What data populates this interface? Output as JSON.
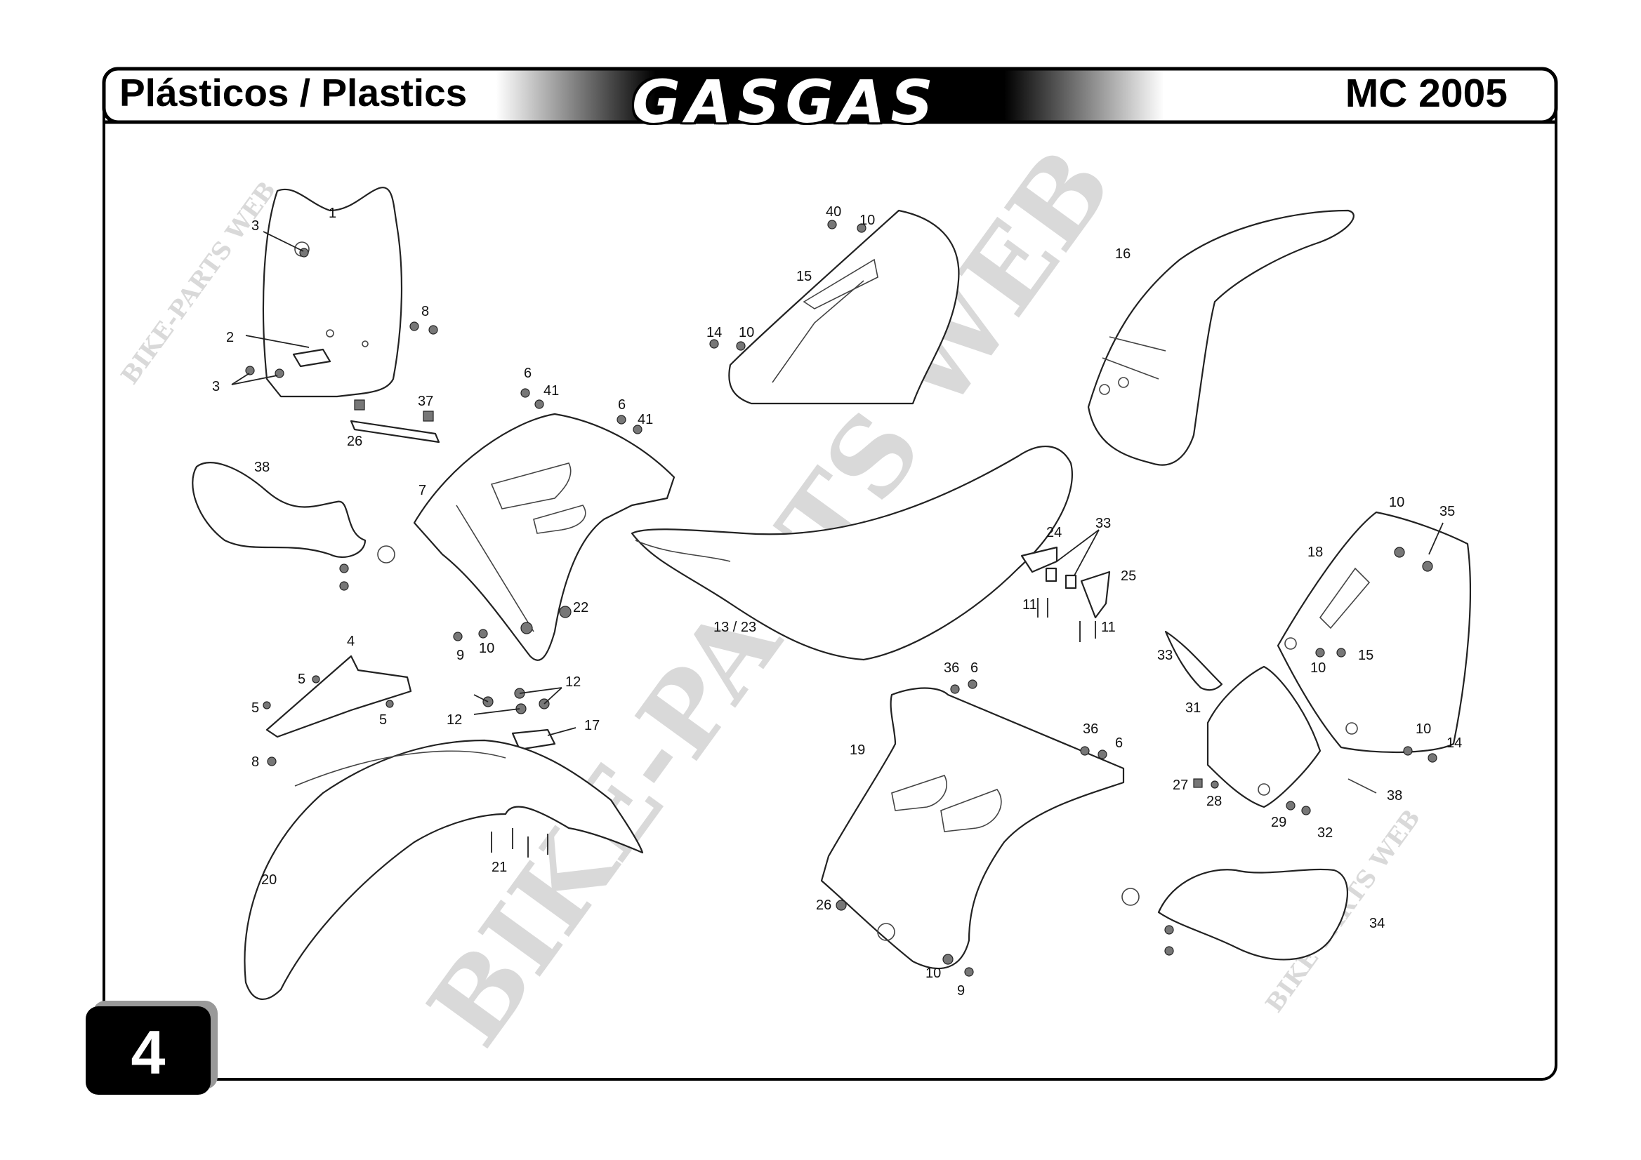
{
  "header": {
    "title": "Plásticos / Plastics",
    "brand": "GASGAS",
    "model": "MC 2005"
  },
  "page_number": "4",
  "watermark": "BIKE-PARTS WEB",
  "callouts": [
    {
      "id": "c-3a",
      "text": "3"
    },
    {
      "id": "c-1",
      "text": "1"
    },
    {
      "id": "c-8a",
      "text": "8"
    },
    {
      "id": "c-2",
      "text": "2"
    },
    {
      "id": "c-3b",
      "text": "3"
    },
    {
      "id": "c-37",
      "text": "37"
    },
    {
      "id": "c-26a",
      "text": "26"
    },
    {
      "id": "c-38a",
      "text": "38"
    },
    {
      "id": "c-6a",
      "text": "6"
    },
    {
      "id": "c-41a",
      "text": "41"
    },
    {
      "id": "c-6b",
      "text": "6"
    },
    {
      "id": "c-41b",
      "text": "41"
    },
    {
      "id": "c-7",
      "text": "7"
    },
    {
      "id": "c-22",
      "text": "22"
    },
    {
      "id": "c-9a",
      "text": "9"
    },
    {
      "id": "c-10a",
      "text": "10"
    },
    {
      "id": "c-4",
      "text": "4"
    },
    {
      "id": "c-5a",
      "text": "5"
    },
    {
      "id": "c-5b",
      "text": "5"
    },
    {
      "id": "c-5c",
      "text": "5"
    },
    {
      "id": "c-8b",
      "text": "8"
    },
    {
      "id": "c-12a",
      "text": "12"
    },
    {
      "id": "c-12b",
      "text": "12"
    },
    {
      "id": "c-17",
      "text": "17"
    },
    {
      "id": "c-20",
      "text": "20"
    },
    {
      "id": "c-21",
      "text": "21"
    },
    {
      "id": "c-40",
      "text": "40"
    },
    {
      "id": "c-10b",
      "text": "10"
    },
    {
      "id": "c-15a",
      "text": "15"
    },
    {
      "id": "c-14a",
      "text": "14"
    },
    {
      "id": "c-10c",
      "text": "10"
    },
    {
      "id": "c-16",
      "text": "16"
    },
    {
      "id": "c-13-23",
      "text": "13 / 23"
    },
    {
      "id": "c-24",
      "text": "24"
    },
    {
      "id": "c-33a",
      "text": "33"
    },
    {
      "id": "c-25",
      "text": "25"
    },
    {
      "id": "c-11a",
      "text": "11"
    },
    {
      "id": "c-11b",
      "text": "11"
    },
    {
      "id": "c-36a",
      "text": "36"
    },
    {
      "id": "c-6c",
      "text": "6"
    },
    {
      "id": "c-19",
      "text": "19"
    },
    {
      "id": "c-36b",
      "text": "36"
    },
    {
      "id": "c-6d",
      "text": "6"
    },
    {
      "id": "c-26b",
      "text": "26"
    },
    {
      "id": "c-10d",
      "text": "10"
    },
    {
      "id": "c-9b",
      "text": "9"
    },
    {
      "id": "c-10e",
      "text": "10"
    },
    {
      "id": "c-35",
      "text": "35"
    },
    {
      "id": "c-18",
      "text": "18"
    },
    {
      "id": "c-10f",
      "text": "10"
    },
    {
      "id": "c-15b",
      "text": "15"
    },
    {
      "id": "c-33b",
      "text": "33"
    },
    {
      "id": "c-31",
      "text": "31"
    },
    {
      "id": "c-10g",
      "text": "10"
    },
    {
      "id": "c-14b",
      "text": "14"
    },
    {
      "id": "c-27",
      "text": "27"
    },
    {
      "id": "c-28",
      "text": "28"
    },
    {
      "id": "c-38b",
      "text": "38"
    },
    {
      "id": "c-29",
      "text": "29"
    },
    {
      "id": "c-32",
      "text": "32"
    },
    {
      "id": "c-34",
      "text": "34"
    }
  ]
}
